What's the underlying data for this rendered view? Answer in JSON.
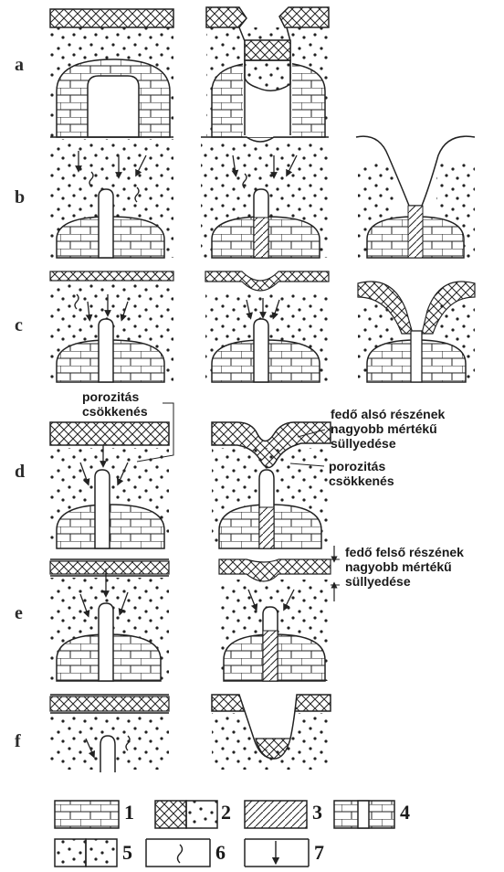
{
  "rows": [
    {
      "id": "a",
      "label": "a"
    },
    {
      "id": "b",
      "label": "b"
    },
    {
      "id": "c",
      "label": "c"
    },
    {
      "id": "d",
      "label": "d"
    },
    {
      "id": "e",
      "label": "e"
    },
    {
      "id": "f",
      "label": "f"
    }
  ],
  "annotations": {
    "d_left": [
      "porozitás",
      "csökkenés"
    ],
    "d_right_top": [
      "fedő alsó részének",
      "nagyobb mértékű",
      "süllyedése"
    ],
    "d_right_bottom": [
      "porozitás",
      "csökkenés"
    ],
    "e_right": [
      "fedő felső részének",
      "nagyobb mértékű",
      "süllyedése"
    ]
  },
  "legend": [
    {
      "num": "1",
      "pattern": "brick"
    },
    {
      "num": "2",
      "pattern": "crosshatch-and-dots"
    },
    {
      "num": "3",
      "pattern": "diagonal-hatch"
    },
    {
      "num": "4",
      "pattern": "brick-with-gap"
    },
    {
      "num": "5",
      "pattern": "dots"
    },
    {
      "num": "6",
      "pattern": "wavy-arrow"
    },
    {
      "num": "7",
      "pattern": "down-arrow"
    }
  ],
  "colors": {
    "ink": "#1a1a1a",
    "paper": "#ffffff"
  }
}
